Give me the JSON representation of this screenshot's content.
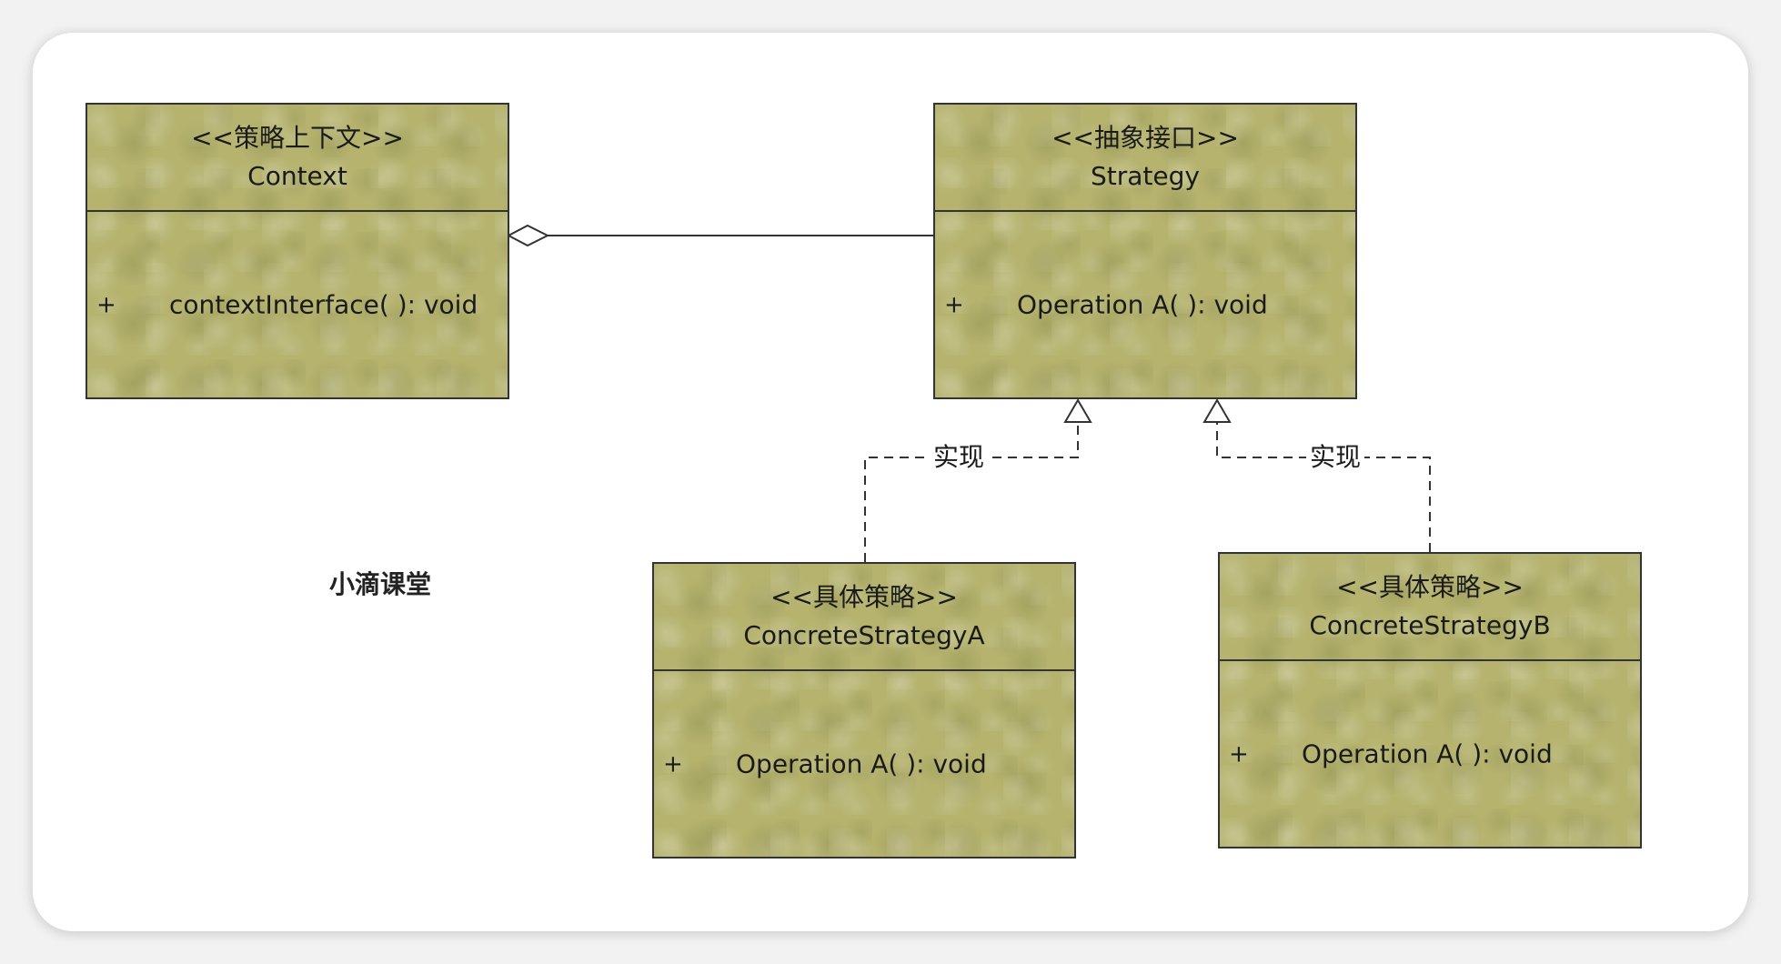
{
  "classes": {
    "context": {
      "stereotype": "<<策略上下文>>",
      "name": "Context",
      "method_visibility": "+",
      "method": "contextInterface( ): void"
    },
    "strategy": {
      "stereotype": "<<抽象接口>>",
      "name": "Strategy",
      "method_visibility": "+",
      "method": "Operation A( ): void"
    },
    "concrete_a": {
      "stereotype": "<<具体策略>>",
      "name": "ConcreteStrategyA",
      "method_visibility": "+",
      "method": "Operation A( ): void"
    },
    "concrete_b": {
      "stereotype": "<<具体策略>>",
      "name": "ConcreteStrategyB",
      "method_visibility": "+",
      "method": "Operation A( ): void"
    }
  },
  "relations": {
    "realization_a_label": "实现",
    "realization_b_label": "实现"
  },
  "watermark": "小滴课堂",
  "colors": {
    "class_fill": "#b5b36e",
    "line": "#333333",
    "background": "#ffffff"
  }
}
